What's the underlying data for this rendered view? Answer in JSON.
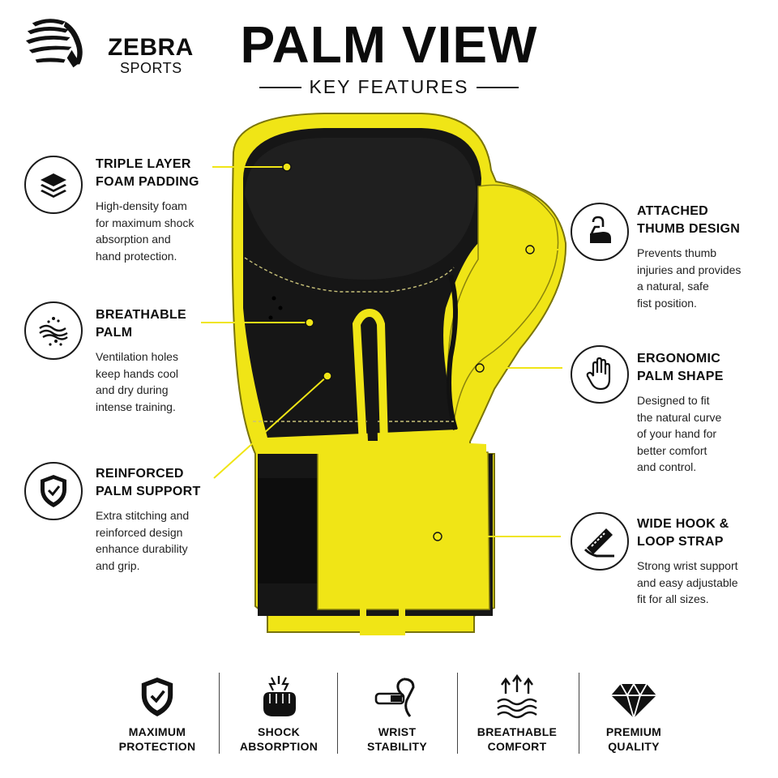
{
  "brand": {
    "name": "ZEBRA",
    "tagline": "SPORTS"
  },
  "heading": {
    "title": "PALM VIEW",
    "subtitle": "KEY FEATURES"
  },
  "colors": {
    "accent": "#f0e516",
    "dark": "#141414",
    "text": "#111111",
    "background": "#ffffff"
  },
  "features_left": [
    {
      "icon": "layers-icon",
      "title_line1": "TRIPLE LAYER",
      "title_line2": "FOAM PADDING",
      "desc": [
        "High-density foam",
        "for maximum shock",
        "absorption and",
        "hand protection."
      ]
    },
    {
      "icon": "airflow-icon",
      "title_line1": "BREATHABLE",
      "title_line2": "PALM",
      "desc": [
        "Ventilation holes",
        "keep hands cool",
        "and dry during",
        "intense training."
      ]
    },
    {
      "icon": "shield-check-icon",
      "title_line1": "REINFORCED",
      "title_line2": "PALM SUPPORT",
      "desc": [
        "Extra stitching and",
        "reinforced design",
        "enhance durability",
        "and grip."
      ]
    }
  ],
  "features_right": [
    {
      "icon": "thumb-icon",
      "title_line1": "ATTACHED",
      "title_line2": "THUMB DESIGN",
      "desc": [
        "Prevents thumb",
        "injuries and provides",
        "a natural, safe",
        "fist position."
      ]
    },
    {
      "icon": "hand-icon",
      "title_line1": "ERGONOMIC",
      "title_line2": "PALM SHAPE",
      "desc": [
        "Designed to fit",
        "the natural curve",
        "of your hand for",
        "better comfort",
        "and control."
      ]
    },
    {
      "icon": "strap-icon",
      "title_line1": "WIDE HOOK &",
      "title_line2": "LOOP STRAP",
      "desc": [
        "Strong wrist support",
        "and easy adjustable",
        "fit for all sizes."
      ]
    }
  ],
  "bottom": [
    {
      "icon": "shield-check-icon",
      "line1": "MAXIMUM",
      "line2": "PROTECTION"
    },
    {
      "icon": "fist-impact-icon",
      "line1": "SHOCK",
      "line2": "ABSORPTION"
    },
    {
      "icon": "wrist-strap-icon",
      "line1": "WRIST",
      "line2": "STABILITY"
    },
    {
      "icon": "breathable-icon",
      "line1": "BREATHABLE",
      "line2": "COMFORT"
    },
    {
      "icon": "diamond-icon",
      "line1": "PREMIUM",
      "line2": "QUALITY"
    }
  ]
}
